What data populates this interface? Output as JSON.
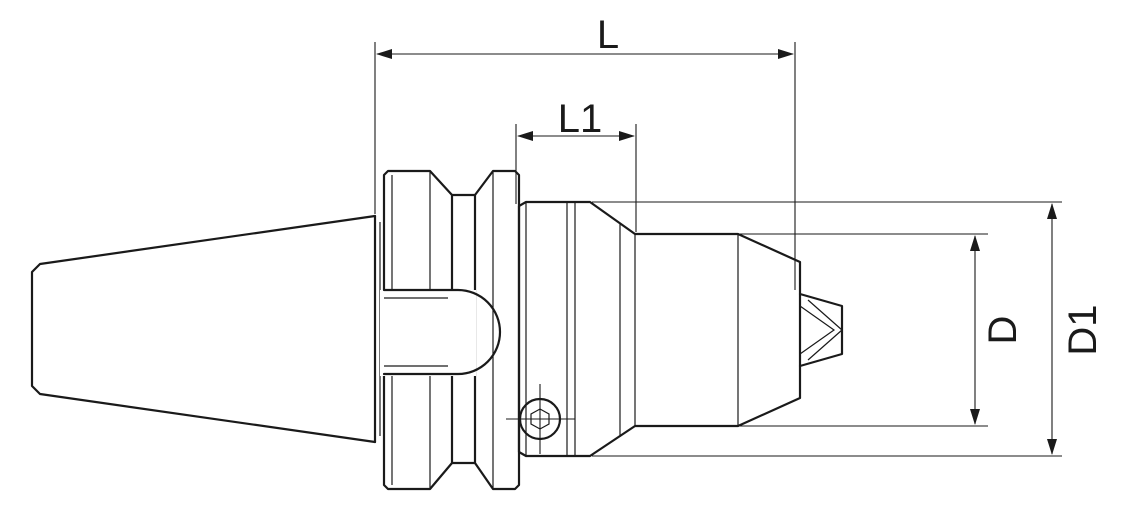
{
  "diagram": {
    "labels": {
      "overall_length": "L",
      "shank_length": "L1",
      "chuck_diameter": "D",
      "body_diameter": "D1"
    },
    "colors": {
      "line": "#1a1a1a",
      "background": "#ffffff"
    }
  }
}
